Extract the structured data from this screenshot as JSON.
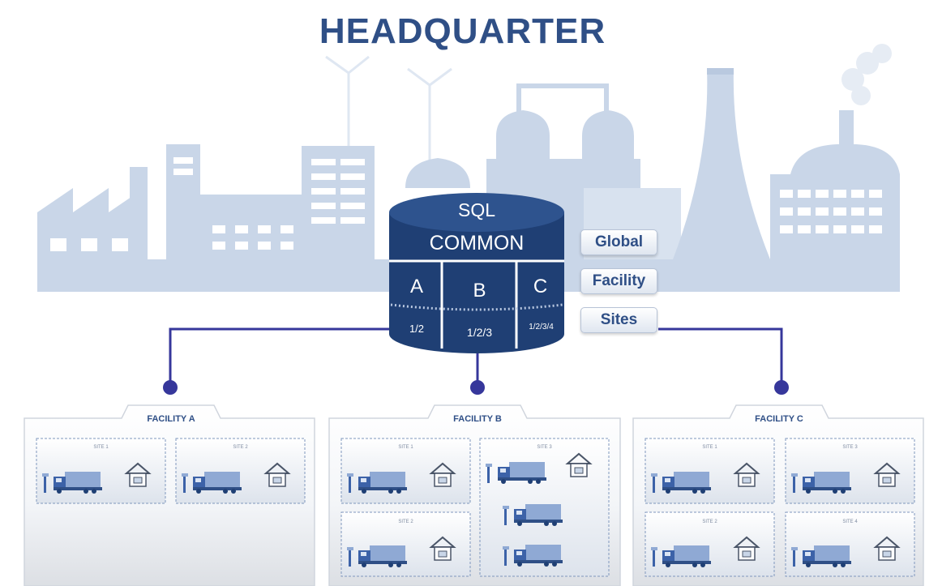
{
  "title": "HEADQUARTER",
  "database": {
    "header": "SQL",
    "common": "COMMON",
    "partitions": [
      {
        "letter": "A",
        "sites": "1/2"
      },
      {
        "letter": "B",
        "sites": "1/2/3"
      },
      {
        "letter": "C",
        "sites": "1/2/3/4"
      }
    ]
  },
  "levels": [
    "Global",
    "Facility",
    "Sites"
  ],
  "facilities": [
    {
      "name": "FACILITY A",
      "sites": [
        "SITE 1",
        "SITE 2"
      ]
    },
    {
      "name": "FACILITY B",
      "sites": [
        "SITE 1",
        "SITE 2",
        "SITE 3"
      ]
    },
    {
      "name": "FACILITY C",
      "sites": [
        "SITE 1",
        "SITE 2",
        "SITE 3",
        "SITE 4"
      ]
    }
  ],
  "colors": {
    "title": "#2f4f86",
    "database": "#1f3f74",
    "skyline": "#c9d6e8",
    "connector": "#36379b"
  }
}
